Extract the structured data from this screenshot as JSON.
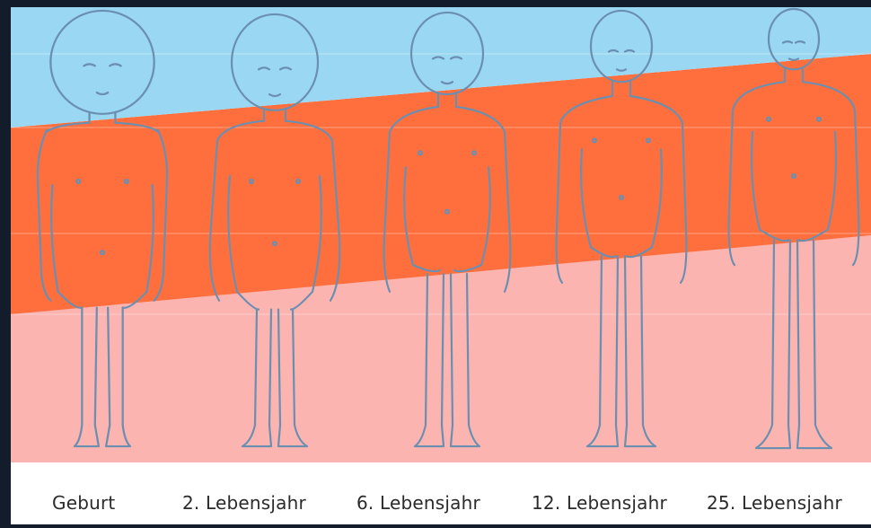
{
  "colors": {
    "background": "#121c2a",
    "head_band": "#9ad7f2",
    "torso_band": "#ff6f3d",
    "legs_band": "#fbb4b0",
    "paper": "#ffffff",
    "outline": "#6b8fb0"
  },
  "figures": [
    {
      "label": "Geburt",
      "icon": "newborn-figure"
    },
    {
      "label": "2. Lebensjahr",
      "icon": "toddler-figure"
    },
    {
      "label": "6. Lebensjahr",
      "icon": "child-figure"
    },
    {
      "label": "12. Lebensjahr",
      "icon": "adolescent-figure"
    },
    {
      "label": "25. Lebensjahr",
      "icon": "adult-figure"
    }
  ]
}
